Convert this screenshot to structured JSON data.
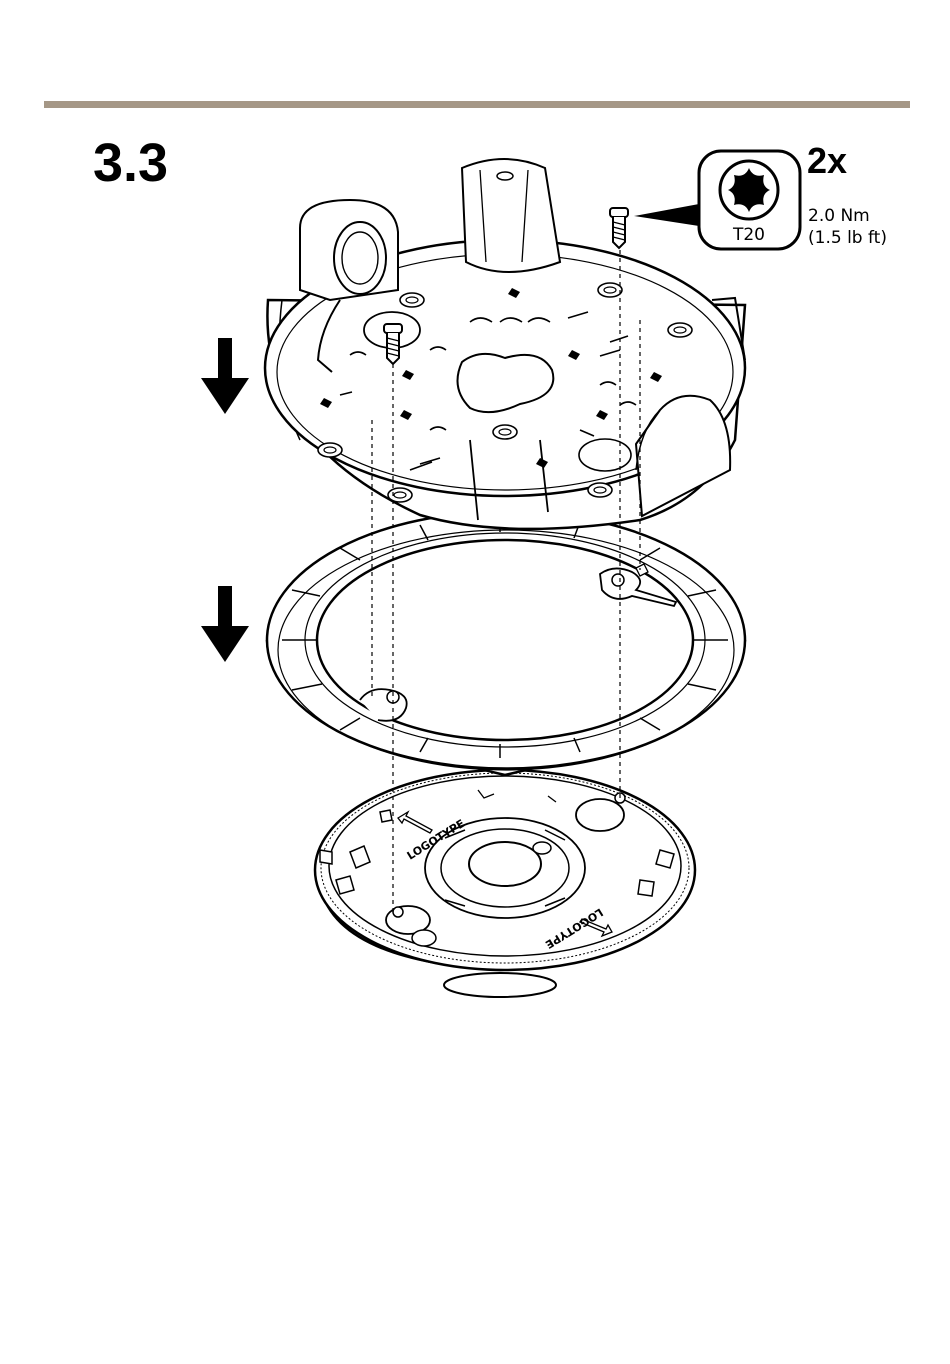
{
  "step_number": "3.3",
  "quantity": "2x",
  "tool_label": "T20",
  "torque_nm": "2.0 Nm",
  "torque_lbft": "(1.5 lb ft)",
  "part_marking": "LOGOTYPE",
  "colors": {
    "rule": "#a59786",
    "line": "#000000",
    "background": "#ffffff"
  }
}
